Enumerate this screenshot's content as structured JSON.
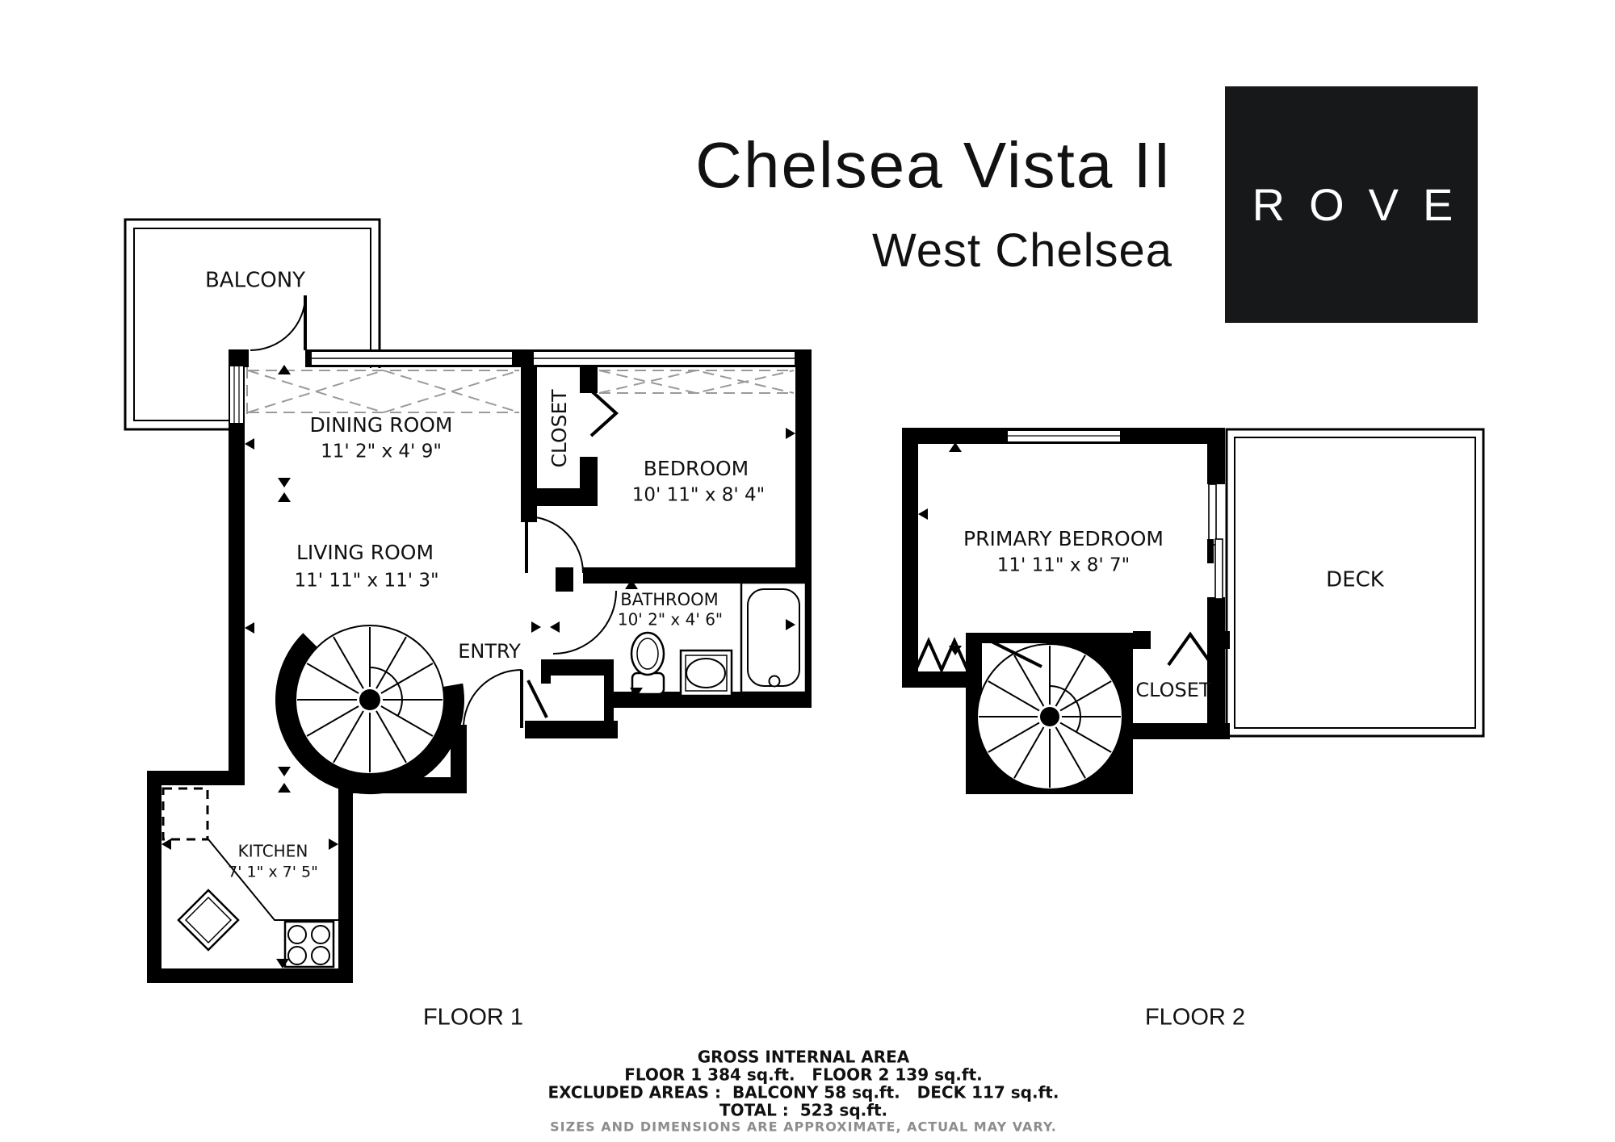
{
  "title": {
    "name": "Chelsea Vista II",
    "location": "West Chelsea"
  },
  "logo": {
    "text": "ROVE"
  },
  "floor1": {
    "label": "FLOOR 1",
    "rooms": {
      "balcony": {
        "name": "BALCONY"
      },
      "dining": {
        "name": "DINING ROOM",
        "dims": "11' 2\" x 4' 9\""
      },
      "living": {
        "name": "LIVING ROOM",
        "dims": "11' 11\" x 11' 3\""
      },
      "closet": {
        "name": "CLOSET"
      },
      "bedroom": {
        "name": "BEDROOM",
        "dims": "10' 11\" x 8' 4\""
      },
      "bathroom": {
        "name": "BATHROOM",
        "dims": "10' 2\" x 4' 6\""
      },
      "entry": {
        "name": "ENTRY"
      },
      "kitchen": {
        "name": "KITCHEN",
        "dims": "7' 1\" x 7' 5\""
      }
    }
  },
  "floor2": {
    "label": "FLOOR 2",
    "rooms": {
      "primary_bedroom": {
        "name": "PRIMARY BEDROOM",
        "dims": "11' 11\" x 8' 7\""
      },
      "closet": {
        "name": "CLOSET"
      },
      "deck": {
        "name": "DECK"
      }
    }
  },
  "footer": {
    "gross": "GROSS INTERNAL AREA",
    "floors": "FLOOR 1 384 sq.ft.   FLOOR 2 139 sq.ft.",
    "excluded": "EXCLUDED AREAS :  BALCONY 58 sq.ft.   DECK 117 sq.ft.",
    "total": "TOTAL :  523 sq.ft.",
    "disclaimer": "SIZES AND DIMENSIONS ARE APPROXIMATE, ACTUAL MAY VARY."
  },
  "colors": {
    "wall": "#000000",
    "logo_bg": "#17181a",
    "disclaimer_text": "#8d8d8d"
  }
}
